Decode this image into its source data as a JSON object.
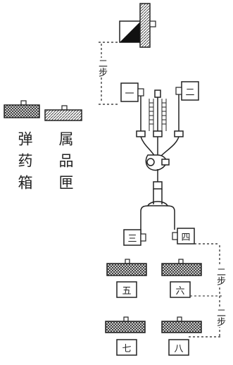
{
  "labels": {
    "left_box_caption": "弹药箱",
    "right_box_caption": "属品匣",
    "step_top": "二步",
    "step_mid": "二步",
    "step_bottom": "二步",
    "unit1": "一",
    "unit2": "二",
    "unit3": "三",
    "unit4": "四",
    "unit5": "五",
    "unit6": "六",
    "unit7": "七",
    "unit8": "八"
  },
  "colors": {
    "ink": "#222222",
    "hatch": "#444444",
    "paper": "#ffffff"
  }
}
